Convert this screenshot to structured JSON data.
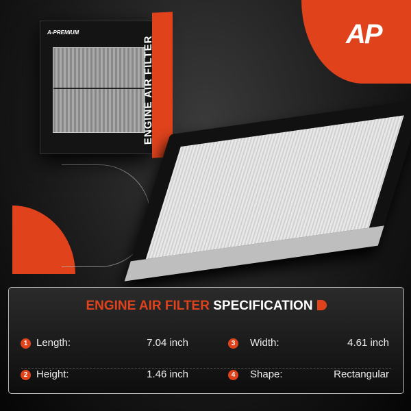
{
  "brand": {
    "logo_text": "AP",
    "box_brand": "A-PREMIUM",
    "box_side_title": "ENGINE AIR FILTER"
  },
  "colors": {
    "accent": "#e0431c",
    "background": "#1b1b1b"
  },
  "spec": {
    "title_accent": "ENGINE AIR FILTER",
    "title_rest": "SPECIFICATION",
    "items": [
      {
        "num": "1",
        "label": "Length:",
        "value": "7.04 inch"
      },
      {
        "num": "2",
        "label": "Height:",
        "value": "1.46 inch"
      },
      {
        "num": "3",
        "label": "Width:",
        "value": "4.61 inch"
      },
      {
        "num": "4",
        "label": "Shape:",
        "value": "Rectangular"
      }
    ]
  }
}
